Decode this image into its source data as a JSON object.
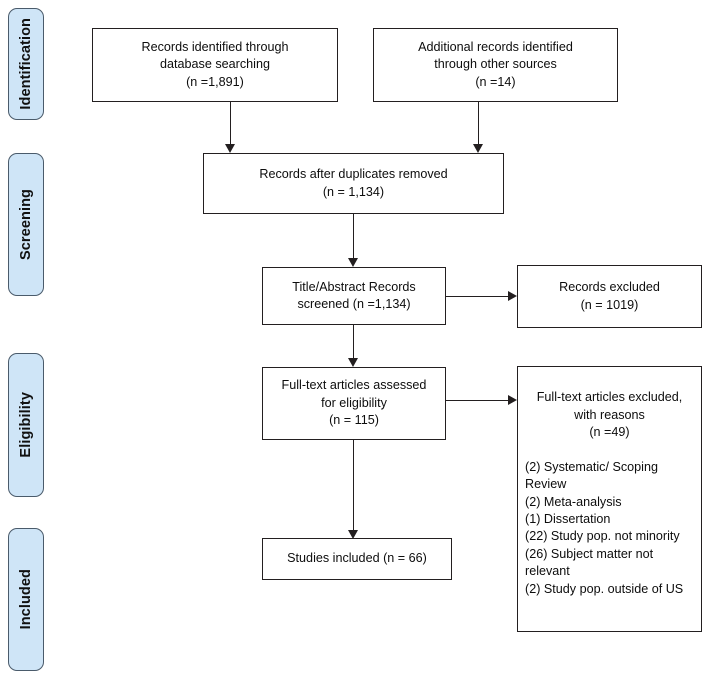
{
  "diagram": {
    "title": "PRISMA flow diagram",
    "type": "flowchart",
    "accent_color": "#cfe5f7",
    "border_color": "#231f20",
    "stage_border_color": "#4a5b6b"
  },
  "stages": [
    {
      "label": "Identification"
    },
    {
      "label": "Screening"
    },
    {
      "label": "Eligibility"
    },
    {
      "label": "Included"
    }
  ],
  "boxes": {
    "database_records": {
      "text": "Records identified through\ndatabase searching\n(n =1,891)",
      "n": 1891
    },
    "other_records": {
      "text": "Additional records identified\nthrough other sources\n(n =14)",
      "n": 14
    },
    "duplicates_removed": {
      "text": "Records after duplicates removed\n(n = 1,134)",
      "n": 1134
    },
    "screened": {
      "text": "Title/Abstract Records\nscreened (n =1,134)",
      "n": 1134
    },
    "records_excluded": {
      "text": "Records excluded\n(n = 1019)",
      "n": 1019
    },
    "fulltext_assessed": {
      "text": "Full-text articles assessed\nfor eligibility\n(n =  115)",
      "n": 115
    },
    "fulltext_excluded": {
      "heading": "Full-text articles excluded,\nwith reasons\n(n =49)",
      "n": 49,
      "reasons_text": "(2) Systematic/ Scoping Review\n(2) Meta-analysis\n(1) Dissertation\n(22) Study pop. not minority\n(26) Subject matter not relevant\n(2) Study pop. outside of US",
      "reasons": [
        {
          "count": 2,
          "label": "Systematic/ Scoping Review"
        },
        {
          "count": 2,
          "label": "Meta-analysis"
        },
        {
          "count": 1,
          "label": "Dissertation"
        },
        {
          "count": 22,
          "label": "Study pop. not minority"
        },
        {
          "count": 26,
          "label": "Subject matter not relevant"
        },
        {
          "count": 2,
          "label": "Study pop. outside of US"
        }
      ]
    },
    "studies_included": {
      "text": "Studies included (n = 66)",
      "n": 66
    }
  }
}
